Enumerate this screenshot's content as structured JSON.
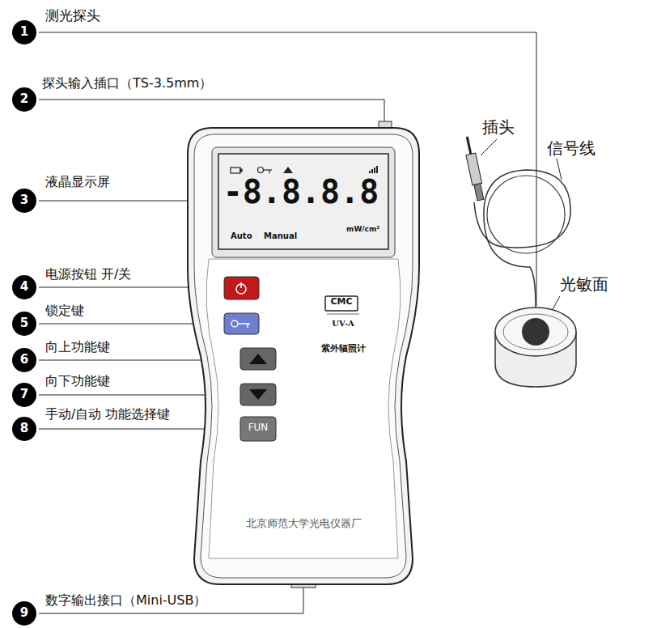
{
  "diagram": {
    "labels": [
      "1",
      "测光探头",
      "2",
      "探头输入插口（TS-3.5mm）",
      "3",
      "液晶显示屏",
      "4",
      "电源按钮  开/关",
      "5",
      "锁定键",
      "6",
      "向上功能键",
      "7",
      "向下功能键",
      "8",
      "手动/自动 功能选择键",
      "9",
      "数字输出接口（Mini-USB）",
      "插头",
      "信号线",
      "光敏面",
      "-8.8.8.8",
      "mW/cm²",
      "Auto",
      "Manual",
      "CMC",
      "UV-A",
      "紫外辐照计",
      "FUN",
      "北京师范大学光电仪器厂"
    ]
  }
}
